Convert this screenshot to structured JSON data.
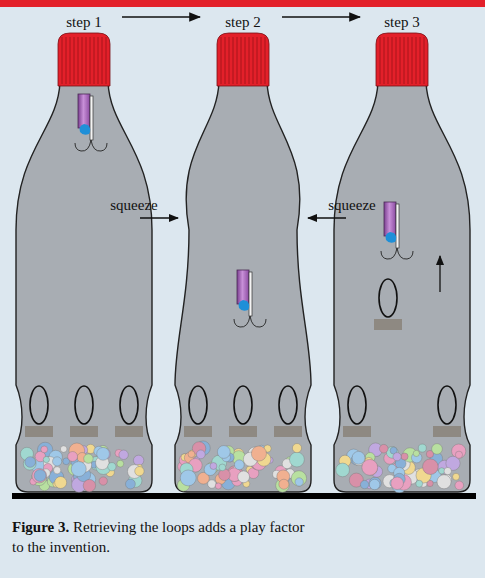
{
  "diagram": {
    "caption": "Figure 3. Retrieving the loops adds a play factor to the invention.",
    "labels": [
      "step 1",
      "step 2",
      "step 3",
      "squeeze",
      "squeeze"
    ]
  }
}
